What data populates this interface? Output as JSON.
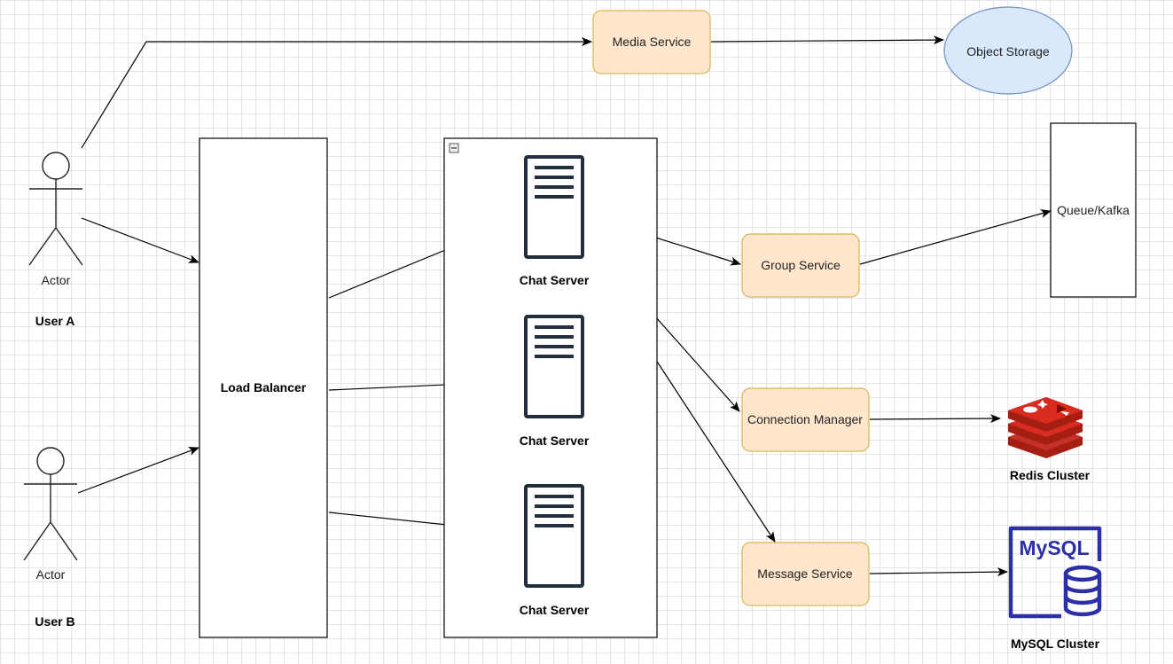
{
  "actors": [
    {
      "caption": "Actor",
      "name": "User A"
    },
    {
      "caption": "Actor",
      "name": "User B"
    }
  ],
  "load_balancer": {
    "label": "Load Balancer"
  },
  "chat_servers": [
    {
      "label": "Chat Server"
    },
    {
      "label": "Chat Server"
    },
    {
      "label": "Chat Server"
    }
  ],
  "services": {
    "media": "Media Service",
    "group": "Group Service",
    "connection": "Connection Manager",
    "message": "Message Service"
  },
  "storage": {
    "object": "Object Storage",
    "queue": "Queue/Kafka",
    "redis": "Redis Cluster",
    "mysql": "MySQL Cluster",
    "mysql_logo_text": "MySQL"
  },
  "colors": {
    "service_fill": "#ffe6cc",
    "service_stroke": "#d6b656",
    "object_storage_fill": "#dae8fc",
    "object_storage_stroke": "#6c8ebf",
    "redis_red": "#c6302b",
    "mysql_blue": "#2d2fa8",
    "server_icon": "#232f3e"
  },
  "icons": {
    "server": "server-icon",
    "redis": "redis-icon",
    "mysql": "mysql-database-icon",
    "collapse": "collapse-icon"
  }
}
